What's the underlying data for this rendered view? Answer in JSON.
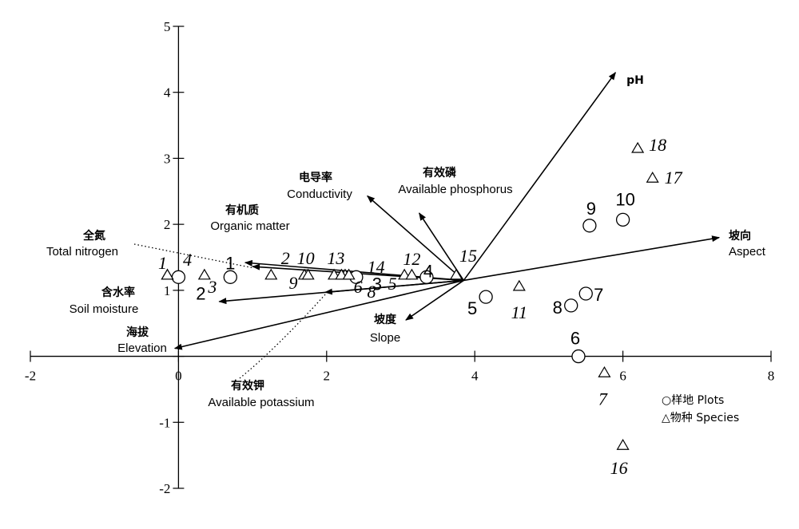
{
  "chart_data": {
    "type": "scatter",
    "xlim": [
      -2,
      8
    ],
    "ylim": [
      -2,
      5
    ],
    "x_ticks": [
      "-2",
      "0",
      "2",
      "4",
      "6",
      "8"
    ],
    "y_ticks": [
      "-2",
      "-1",
      "0",
      "1",
      "2",
      "3",
      "4",
      "5"
    ],
    "grid": false,
    "arrow_origin": [
      3.85,
      1.15
    ],
    "env_vectors": [
      {
        "cn": "",
        "en": "pH",
        "x": 5.9,
        "y": 4.3
      },
      {
        "cn": "坡向",
        "en": "Aspect",
        "x": 7.3,
        "y": 1.8
      },
      {
        "cn": "有效磷",
        "en": "Available phosphorus",
        "x": 3.25,
        "y": 2.17
      },
      {
        "cn": "电导率",
        "en": "Conductivity",
        "x": 2.55,
        "y": 2.43
      },
      {
        "cn": "有机质",
        "en": "Organic matter",
        "x": 0.9,
        "y": 1.42
      },
      {
        "cn": "全氮",
        "en": "Total nitrogen",
        "x": 1.0,
        "y": 1.36
      },
      {
        "cn": "含水率",
        "en": "Soil moisture",
        "x": 0.55,
        "y": 0.83
      },
      {
        "cn": "有效钾",
        "en": "Available potassium",
        "x": 1.98,
        "y": 0.97
      },
      {
        "cn": "坡度",
        "en": "Slope",
        "x": 3.07,
        "y": 0.55
      },
      {
        "cn": "海拔",
        "en": "Elevation",
        "x": -0.05,
        "y": 0.12
      }
    ],
    "plots": [
      {
        "label": "1",
        "x": 0.7,
        "y": 1.2
      },
      {
        "label": "2",
        "x": 0.0,
        "y": 1.2
      },
      {
        "label": "3",
        "x": 2.4,
        "y": 1.2
      },
      {
        "label": "4",
        "x": 3.35,
        "y": 1.2
      },
      {
        "label": "5",
        "x": 4.15,
        "y": 0.9
      },
      {
        "label": "6",
        "x": 5.4,
        "y": 0.0
      },
      {
        "label": "7",
        "x": 5.5,
        "y": 0.95
      },
      {
        "label": "8",
        "x": 5.3,
        "y": 0.77
      },
      {
        "label": "9",
        "x": 5.55,
        "y": 1.98
      },
      {
        "label": "10",
        "x": 6.0,
        "y": 2.07
      }
    ],
    "species": [
      {
        "label": "1",
        "x": -0.15,
        "y": 1.23
      },
      {
        "label": "2",
        "x": 1.25,
        "y": 1.23
      },
      {
        "label": "3",
        "x": 0.35,
        "y": 1.23
      },
      {
        "label": "4",
        "x": -0.15,
        "y": 1.23
      },
      {
        "label": "5",
        "x": 3.05,
        "y": 1.23
      },
      {
        "label": "6",
        "x": 2.1,
        "y": 1.23
      },
      {
        "label": "7",
        "x": 5.75,
        "y": -0.25
      },
      {
        "label": "8",
        "x": 2.25,
        "y": 1.23
      },
      {
        "label": "9",
        "x": 1.7,
        "y": 1.23
      },
      {
        "label": "10",
        "x": 1.75,
        "y": 1.23
      },
      {
        "label": "11",
        "x": 4.6,
        "y": 1.06
      },
      {
        "label": "12",
        "x": 3.15,
        "y": 1.23
      },
      {
        "label": "13",
        "x": 2.2,
        "y": 1.23
      },
      {
        "label": "14",
        "x": 2.3,
        "y": 1.23
      },
      {
        "label": "15",
        "x": 3.75,
        "y": 1.23
      },
      {
        "label": "16",
        "x": 6.0,
        "y": -1.35
      },
      {
        "label": "17",
        "x": 6.4,
        "y": 2.7
      },
      {
        "label": "18",
        "x": 6.2,
        "y": 3.15
      }
    ],
    "legend": [
      {
        "symbol": "○",
        "text": "样地 Plots"
      },
      {
        "symbol": "△",
        "text": "物种 Species"
      }
    ]
  }
}
